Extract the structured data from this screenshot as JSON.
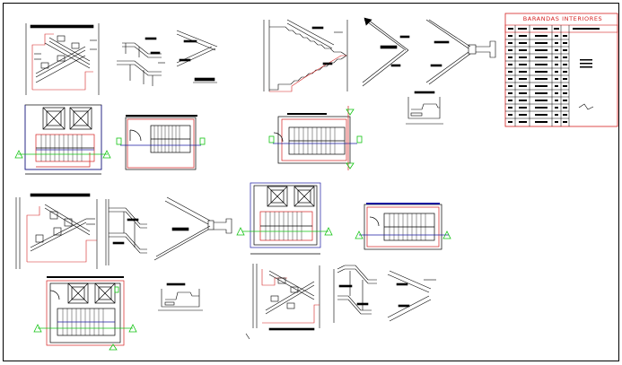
{
  "sheet": {
    "table_title": "BARANDAS INTERIORES"
  },
  "colors": {
    "line": "#000000",
    "red": "#d42020",
    "blue": "#1a1aa0",
    "green": "#12c412",
    "background": "#ffffff"
  },
  "icons": {
    "level_marker": "green-level-triangle",
    "section_marker": "green-section-flag"
  }
}
